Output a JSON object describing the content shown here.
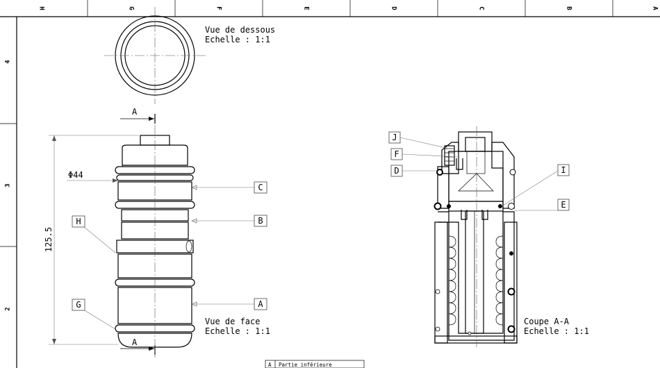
{
  "border": {
    "column_labels": [
      "H",
      "G",
      "F",
      "E",
      "D",
      "C",
      "B",
      "A"
    ],
    "row_labels": [
      "4",
      "3",
      "2"
    ]
  },
  "views": {
    "bottom": {
      "title": "Vue de dessous",
      "scale": "Echelle :  1:1"
    },
    "front": {
      "title": "Vue de face",
      "scale": "Echelle :  1:1"
    },
    "section": {
      "title": "Coupe A-A",
      "scale": "Echelle :  1:1"
    }
  },
  "section_marker": "A",
  "dimensions": {
    "diameter": "Φ44",
    "height": "125.5"
  },
  "front_callouts": [
    "C",
    "B",
    "H",
    "G",
    "A"
  ],
  "section_callouts": [
    "J",
    "F",
    "D",
    "I",
    "E"
  ],
  "title_block": {
    "letter": "A",
    "description": "Partie inférieure"
  }
}
